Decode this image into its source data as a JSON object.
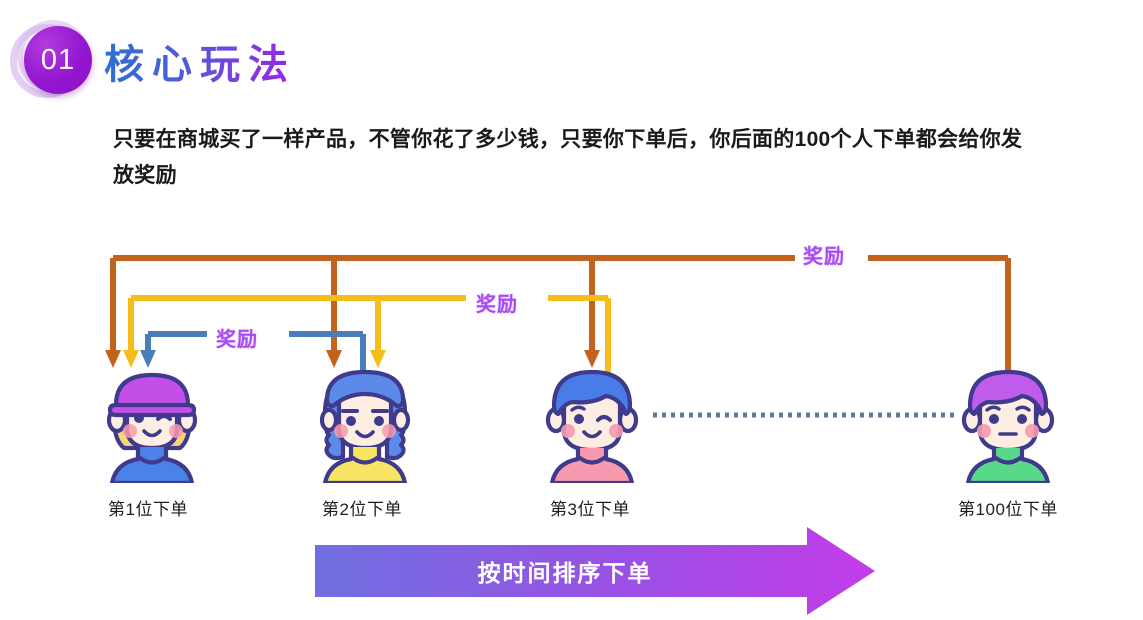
{
  "header": {
    "badge_number": "01",
    "title": "核心玩法",
    "title_gradient_from": "#2f6fd0",
    "title_gradient_to": "#9b22e8",
    "badge_color": "#9317cf"
  },
  "intro": {
    "paragraph": "只要在商城买了一样产品，不管你花了多少钱，只要你下单后，你后面的100个人下单都会给你发放奖励"
  },
  "diagram": {
    "reward_labels": [
      {
        "text": "奖励",
        "color": "#a64cf0"
      },
      {
        "text": "奖励",
        "color": "#a64cf0"
      },
      {
        "text": "奖励",
        "color": "#a64cf0"
      }
    ],
    "line_colors": {
      "tier1_blue": "#4a7ebb",
      "tier2_yellow": "#f5bd19",
      "tier3_brown": "#c1631c",
      "ellipsis_dots": "#5d7a9e"
    },
    "people": [
      {
        "caption": "第1位下单",
        "hat": "cap",
        "hat_color": "#c44fe8",
        "hair_color": "#f7d679",
        "shirt_color": "#4a82e8",
        "expression": "wink"
      },
      {
        "caption": "第2位下单",
        "hat": "none",
        "hat_color": "",
        "hair_color": "#5b8ae8",
        "shirt_color": "#f7e463",
        "expression": "closed-smile"
      },
      {
        "caption": "第3位下单",
        "hat": "none",
        "hat_color": "",
        "hair_color": "#4a7ce8",
        "shirt_color": "#f79aae",
        "expression": "wink"
      },
      {
        "caption": "第100位下单",
        "hat": "none",
        "hat_color": "",
        "hair_color": "#bf5ceb",
        "shirt_color": "#58d98a",
        "expression": "neutral"
      }
    ]
  },
  "banner": {
    "label": "按时间排序下单",
    "gradient_from": "#6f6fe0",
    "gradient_to": "#c23ce8"
  }
}
